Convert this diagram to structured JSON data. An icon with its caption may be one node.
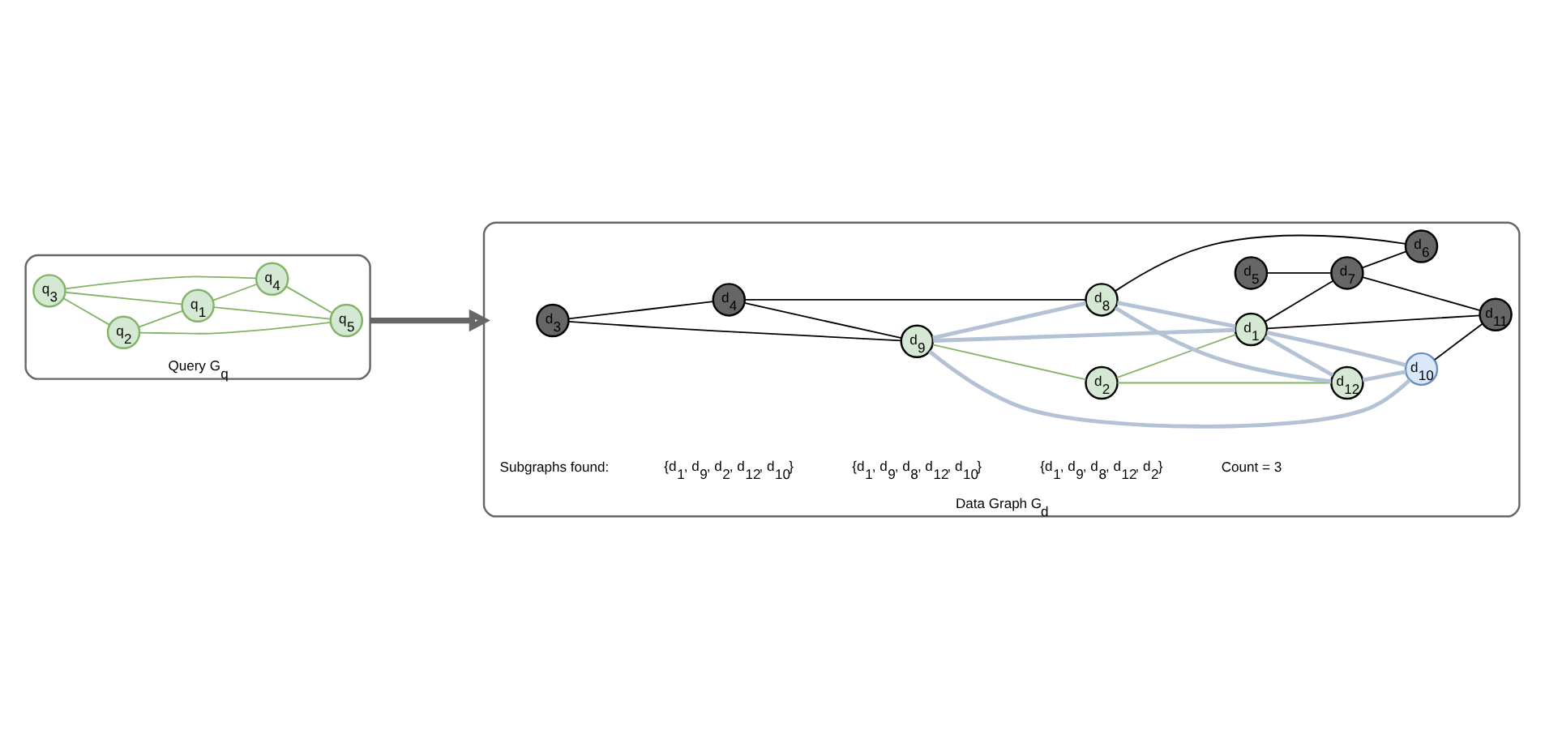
{
  "diagram": {
    "nodes": [
      {
        "text": [
          "Query G$_{q}$"
        ]
      },
      {
        "text": [
          "q$_{3}$"
        ],
        "in": 0
      },
      {
        "text": [
          "q$_{2}$"
        ],
        "in": 0
      },
      {
        "text": [
          "q$_{1}$"
        ],
        "in": 0
      },
      {
        "text": [
          "q$_{4}$"
        ],
        "in": 0
      },
      {
        "text": [
          "q$_{5}$"
        ],
        "in": 0
      },
      {
        "text": [
          "Data Graph G$_{d}$"
        ]
      },
      {
        "text": [
          "d$_{3}$"
        ],
        "in": 6
      },
      {
        "text": [
          "d$_{2}$"
        ],
        "in": 6
      },
      {
        "text": [
          "d$_{9}$"
        ],
        "in": 6
      },
      {
        "text": [
          "d$_{4}$"
        ],
        "in": 6
      },
      {
        "text": [
          "d$_{8}$"
        ],
        "in": 6
      },
      {
        "text": [
          "d$_{1}$"
        ],
        "in": 6
      },
      {
        "text": [
          "d$_{10}$"
        ],
        "in": 6
      },
      {
        "text": [
          "d$_{5}$"
        ],
        "in": 6
      },
      {
        "text": [
          "d$_{7}$"
        ],
        "in": 6
      },
      {
        "text": [
          "d$_{11}$"
        ],
        "in": 6
      },
      {
        "text": [
          "d$_{6}$"
        ],
        "in": 6
      },
      {
        "text": [
          "d$_{12}$"
        ],
        "in": 6
      }
    ],
    "edges": [
      {
        "from": 1,
        "to": 2,
        "arrow": "none",
        "color": "#82b366"
      },
      {
        "from": 1,
        "to": 3,
        "arrow": "none",
        "color": "#82b366"
      },
      {
        "from": 1,
        "to": 4,
        "arrow": "none",
        "color": "#82b366"
      },
      {
        "from": 2,
        "to": 3,
        "arrow": "none",
        "color": "#82b366"
      },
      {
        "from": 2,
        "to": 5,
        "arrow": "none",
        "color": "#82b366"
      },
      {
        "from": 3,
        "to": 4,
        "arrow": "none",
        "color": "#82b366"
      },
      {
        "from": 3,
        "to": 5,
        "arrow": "none",
        "color": "#82b366"
      },
      {
        "from": 4,
        "to": 5,
        "arrow": "none",
        "color": "#82b366"
      },
      {
        "from": 0,
        "to": 6,
        "arrow": "to",
        "style": "thick",
        "color": "#666666"
      },
      {
        "from": 7,
        "to": 10,
        "arrow": "none",
        "color": "#000000"
      },
      {
        "from": 7,
        "to": 9,
        "arrow": "none",
        "color": "#000000"
      },
      {
        "from": 10,
        "to": 9,
        "arrow": "none",
        "color": "#000000"
      },
      {
        "from": 10,
        "to": 11,
        "arrow": "none",
        "color": "#000000"
      },
      {
        "from": 9,
        "to": 8,
        "arrow": "none",
        "color": "#82b366"
      },
      {
        "from": 8,
        "to": 12,
        "arrow": "none",
        "color": "#82b366"
      },
      {
        "from": 8,
        "to": 18,
        "arrow": "none",
        "color": "#82b366"
      },
      {
        "from": 9,
        "to": 11,
        "arrow": "none",
        "style": "thick",
        "color": "#b4c2d6"
      },
      {
        "from": 9,
        "to": 12,
        "arrow": "none",
        "style": "thick",
        "color": "#b4c2d6"
      },
      {
        "from": 9,
        "to": 13,
        "arrow": "none",
        "style": "thick",
        "color": "#b4c2d6"
      },
      {
        "from": 11,
        "to": 12,
        "arrow": "none",
        "style": "thick",
        "color": "#b4c2d6"
      },
      {
        "from": 11,
        "to": 18,
        "arrow": "none",
        "style": "thick",
        "color": "#b4c2d6"
      },
      {
        "from": 12,
        "to": 18,
        "arrow": "none",
        "style": "thick",
        "color": "#b4c2d6"
      },
      {
        "from": 12,
        "to": 13,
        "arrow": "none",
        "style": "thick",
        "color": "#b4c2d6"
      },
      {
        "from": 18,
        "to": 13,
        "arrow": "none",
        "style": "thick",
        "color": "#b4c2d6"
      },
      {
        "from": 12,
        "to": 15,
        "arrow": "none",
        "color": "#000000"
      },
      {
        "from": 12,
        "to": 16,
        "arrow": "none",
        "color": "#000000"
      },
      {
        "from": 14,
        "to": 15,
        "arrow": "none",
        "color": "#000000"
      },
      {
        "from": 15,
        "to": 16,
        "arrow": "none",
        "color": "#000000"
      },
      {
        "from": 11,
        "to": 17,
        "arrow": "none",
        "color": "#000000"
      },
      {
        "from": 15,
        "to": 17,
        "arrow": "none",
        "color": "#000000"
      },
      {
        "from": 13,
        "to": 16,
        "arrow": "none",
        "color": "#000000"
      }
    ],
    "labels": [
      "Subgraphs found:",
      "{d$_{1}$, d$_{9}$, d$_{2}$, d$_{12}$, d$_{10}$}",
      "{d$_{1}$, d$_{9}$, d$_{8}$, d$_{12}$, d$_{10}$}",
      "{d$_{1}$, d$_{9}$, d$_{8}$, d$_{12}$, d$_{2}$}",
      "Count = 3"
    ]
  }
}
